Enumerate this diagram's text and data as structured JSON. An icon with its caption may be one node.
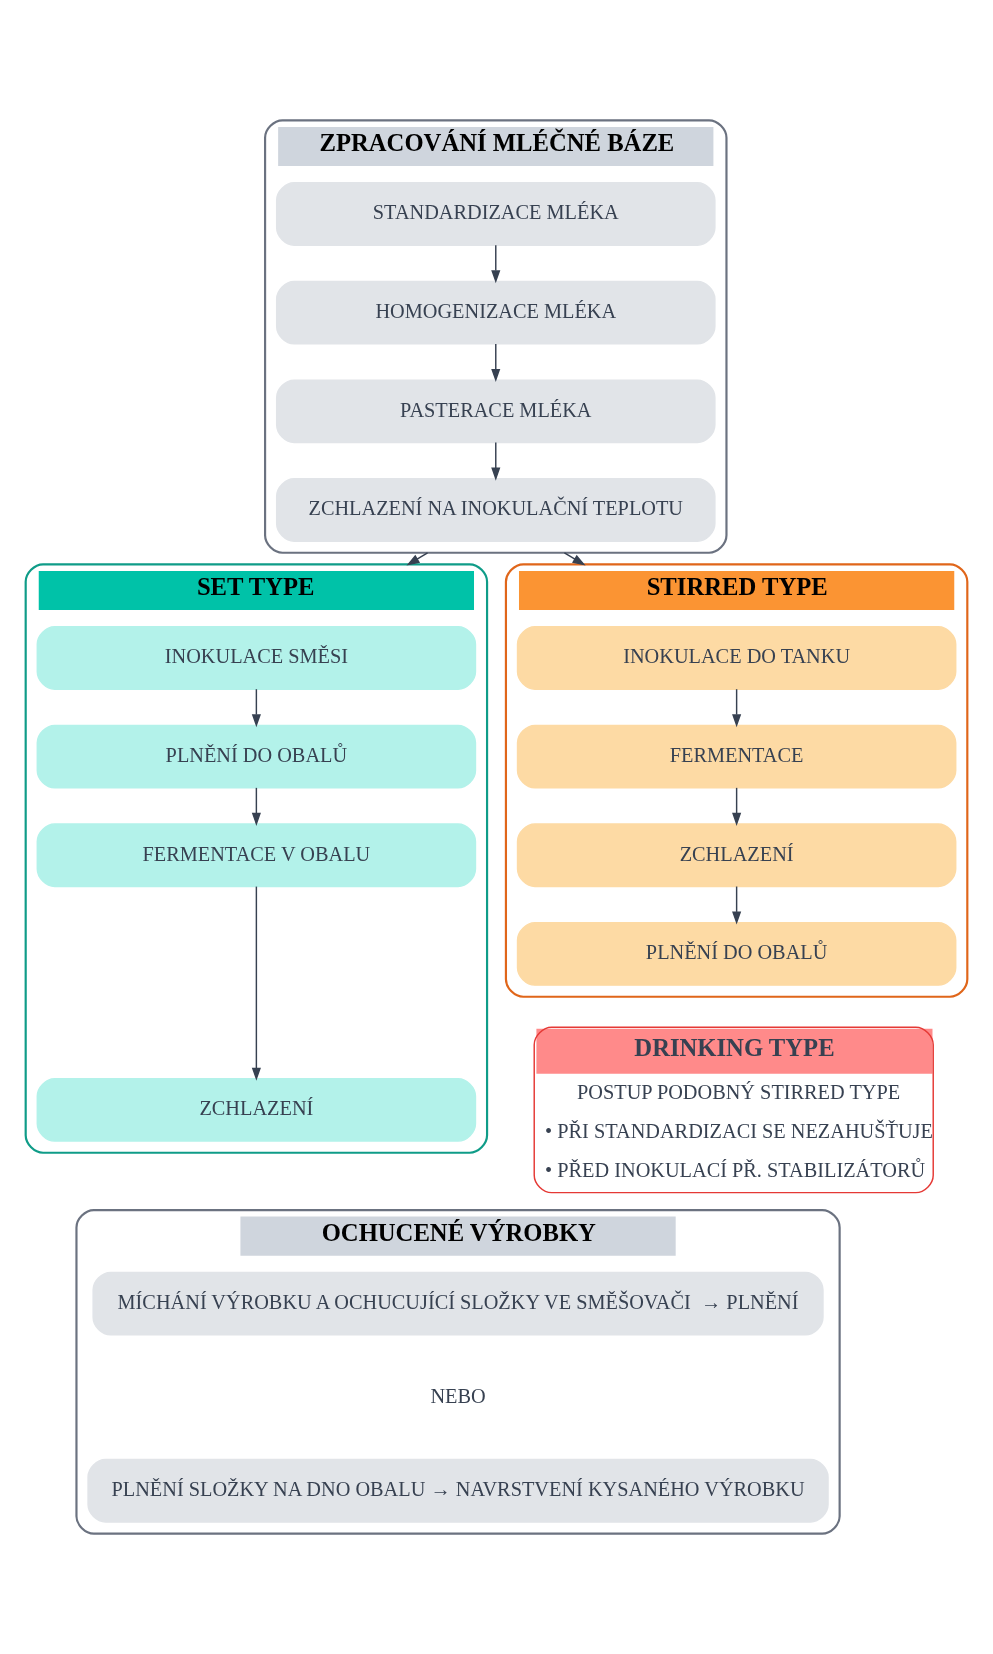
{
  "diagram": {
    "nodes": [
      {
        "text": [
          "ZPRACOVÁNÍ MLÉČNÉ BÁZE"
        ]
      },
      {
        "text": [
          "STANDARDIZACE MLÉKA"
        ],
        "in": 0
      },
      {
        "text": [
          "HOMOGENIZACE MLÉKA"
        ],
        "in": 0
      },
      {
        "text": [
          "PASTERACE MLÉKA"
        ],
        "in": 0
      },
      {
        "text": [
          "ZCHLAZENÍ NA INOKULAČNÍ TEPLOTU"
        ],
        "in": 0
      },
      {
        "text": [
          "SET TYPE"
        ]
      },
      {
        "text": [
          "INOKULACE SMĚSI"
        ],
        "in": 5
      },
      {
        "text": [
          "PLNĚNÍ DO OBALŮ"
        ],
        "in": 5
      },
      {
        "text": [
          "FERMENTACE V OBALU"
        ],
        "in": 5
      },
      {
        "text": [
          "ZCHLAZENÍ"
        ],
        "in": 5
      },
      {
        "text": [
          "STIRRED TYPE"
        ]
      },
      {
        "text": [
          "INOKULACE DO TANKU"
        ],
        "in": 10
      },
      {
        "text": [
          "FERMENTACE"
        ],
        "in": 10
      },
      {
        "text": [
          "ZCHLAZENÍ"
        ],
        "in": 10
      },
      {
        "text": [
          "PLNĚNÍ DO OBALŮ"
        ],
        "in": 10
      },
      {
        "text": [
          "DRINKING TYPE",
          "POSTUP PODOBNÝ STIRRED TYPE",
          "• PŘI STANDARDIZACI SE NEZAHUŠŤUJE",
          "• PŘED INOKULACÍ PŘ. STABILIZÁTORŮ"
        ]
      },
      {
        "text": [
          "OCHUCENÉ VÝROBKY"
        ]
      },
      {
        "text": [
          "MÍCHÁNÍ VÝROBKU A OCHUCUJÍCÍ SLOŽKY VE SMĚŠOVAČI  → PLNĚNÍ"
        ],
        "in": 16
      },
      {
        "text": [
          "PLNĚNÍ SLOŽKY NA DNO OBALU → NAVRSTVENÍ KYSANÉHO VÝROBKU"
        ],
        "in": 16
      }
    ],
    "edges": [
      {
        "from": 1,
        "to": 2,
        "arrow": "to"
      },
      {
        "from": 2,
        "to": 3,
        "arrow": "to"
      },
      {
        "from": 3,
        "to": 4,
        "arrow": "to"
      },
      {
        "from": 0,
        "to": 5,
        "arrow": "to"
      },
      {
        "from": 0,
        "to": 10,
        "arrow": "to"
      },
      {
        "from": 6,
        "to": 7,
        "arrow": "to"
      },
      {
        "from": 7,
        "to": 8,
        "arrow": "to"
      },
      {
        "from": 8,
        "to": 9,
        "arrow": "to"
      },
      {
        "from": 11,
        "to": 12,
        "arrow": "to"
      },
      {
        "from": 12,
        "to": 13,
        "arrow": "to"
      },
      {
        "from": 13,
        "to": 14,
        "arrow": "to"
      }
    ],
    "labels": [
      "NEBO"
    ]
  }
}
